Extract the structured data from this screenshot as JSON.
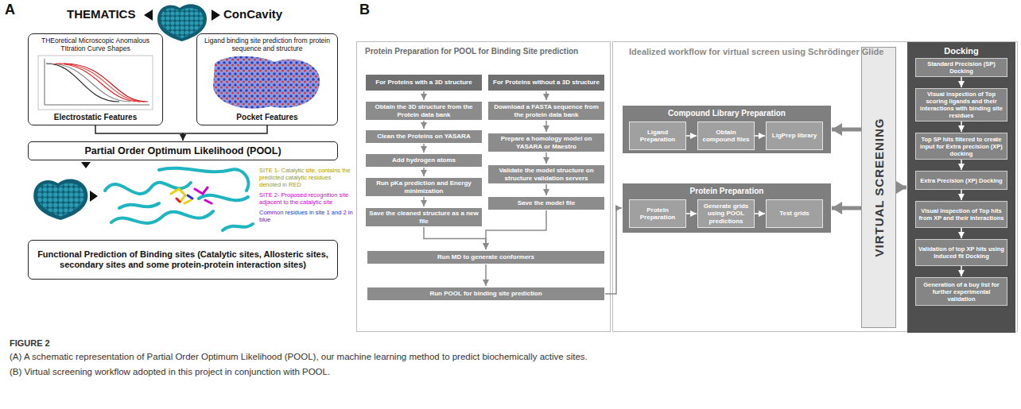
{
  "diagram": {
    "caption": "FIGURE 2",
    "nodes": [
      {
        "text": [
          "THEoretical Microscopic Anomalous TItration Curve Shapes",
          "Electrostatic Features"
        ]
      },
      {
        "text": [
          "Ligand binding site prediction from protein sequence and structure",
          "Pocket Features"
        ]
      },
      {
        "text": [
          "Partial Order Optimum Likelihood (POOL)"
        ]
      },
      {
        "text": [
          "Functional Prediction of Binding sites (Catalytic sites, Allosteric sites, secondary sites and some protein-protein interaction sites)"
        ]
      },
      {
        "text": [
          "Protein Preparation for POOL for Binding Site prediction"
        ]
      },
      {
        "text": [
          "For Proteins with a 3D structure"
        ],
        "in": 4
      },
      {
        "text": [
          "Obtain the 3D structure from the Protein data bank"
        ],
        "in": 4
      },
      {
        "text": [
          "Clean the Proteins on YASARA"
        ],
        "in": 4
      },
      {
        "text": [
          "Add hydrogen atoms"
        ],
        "in": 4
      },
      {
        "text": [
          "Run pKa prediction and Energy minimization"
        ],
        "in": 4
      },
      {
        "text": [
          "Save the cleaned structure as a new file"
        ],
        "in": 4
      },
      {
        "text": [
          "For Proteins without a 3D structure"
        ],
        "in": 4
      },
      {
        "text": [
          "Download a FASTA sequence from the protein data bank"
        ],
        "in": 4
      },
      {
        "text": [
          "Prepare a homology model on YASARA or Maestro"
        ],
        "in": 4
      },
      {
        "text": [
          "Validate the model structure on structure validation servers"
        ],
        "in": 4
      },
      {
        "text": [
          "Save the model file"
        ],
        "in": 4
      },
      {
        "text": [
          "Run MD to generate conformers"
        ],
        "in": 4
      },
      {
        "text": [
          "Run POOL for binding site prediction"
        ],
        "in": 4
      },
      {
        "text": [
          "Idealized workflow for virtual screen using Schrödinger Glide"
        ]
      },
      {
        "text": [
          "Compound Library Preparation"
        ],
        "in": 18
      },
      {
        "text": [
          "Ligand Preparation"
        ],
        "in": 19
      },
      {
        "text": [
          "Obtain compound files"
        ],
        "in": 19
      },
      {
        "text": [
          "LigPrep library"
        ],
        "in": 19
      },
      {
        "text": [
          "Protein Preparation"
        ],
        "in": 18
      },
      {
        "text": [
          "Protein Preparation"
        ],
        "in": 23
      },
      {
        "text": [
          "Generate grids using POOL predictions"
        ],
        "in": 23
      },
      {
        "text": [
          "Test grids"
        ],
        "in": 23
      },
      {
        "text": [
          "VIRTUAL SCREENING"
        ],
        "in": 18
      },
      {
        "text": [
          "Docking"
        ],
        "in": 18
      },
      {
        "text": [
          "Standard Precision (SP) Docking"
        ],
        "in": 28
      },
      {
        "text": [
          "Visual inspection of Top scoring ligands and their interactions with binding site residues"
        ],
        "in": 28
      },
      {
        "text": [
          "Top SP hits filtered to create input for Extra precision (XP) docking"
        ],
        "in": 28
      },
      {
        "text": [
          "Extra Precision (XP) Docking"
        ],
        "in": 28
      },
      {
        "text": [
          "Visual Inspection of Top hits from XP and their interactions"
        ],
        "in": 28
      },
      {
        "text": [
          "Validation of top XP hits using Induced fit Docking"
        ],
        "in": 28
      },
      {
        "text": [
          "Generation of a buy list for further experimental validation"
        ],
        "in": 28
      }
    ],
    "edges": [
      {
        "from": 0,
        "to": 2,
        "arrow": "to"
      },
      {
        "from": 1,
        "to": 2,
        "arrow": "to"
      },
      {
        "from": 5,
        "to": 6,
        "arrow": "to"
      },
      {
        "from": 6,
        "to": 7,
        "arrow": "to"
      },
      {
        "from": 7,
        "to": 8,
        "arrow": "to"
      },
      {
        "from": 8,
        "to": 9,
        "arrow": "to"
      },
      {
        "from": 9,
        "to": 10,
        "arrow": "to"
      },
      {
        "from": 11,
        "to": 12,
        "arrow": "to"
      },
      {
        "from": 12,
        "to": 13,
        "arrow": "to"
      },
      {
        "from": 13,
        "to": 14,
        "arrow": "to"
      },
      {
        "from": 14,
        "to": 15,
        "arrow": "to"
      },
      {
        "from": 10,
        "to": 16,
        "arrow": "to"
      },
      {
        "from": 15,
        "to": 16,
        "arrow": "to"
      },
      {
        "from": 16,
        "to": 17,
        "arrow": "to"
      },
      {
        "from": 17,
        "to": 23,
        "arrow": "to"
      },
      {
        "from": 20,
        "to": 21,
        "arrow": "to"
      },
      {
        "from": 21,
        "to": 22,
        "arrow": "to"
      },
      {
        "from": 24,
        "to": 25,
        "arrow": "to"
      },
      {
        "from": 25,
        "to": 26,
        "arrow": "to"
      },
      {
        "from": 27,
        "to": 19,
        "arrow": "to"
      },
      {
        "from": 27,
        "to": 23,
        "arrow": "to"
      },
      {
        "from": 27,
        "to": 28,
        "arrow": "to"
      },
      {
        "from": 29,
        "to": 30,
        "arrow": "to"
      },
      {
        "from": 30,
        "to": 31,
        "arrow": "to"
      },
      {
        "from": 31,
        "to": 32,
        "arrow": "to"
      },
      {
        "from": 32,
        "to": 33,
        "arrow": "to"
      },
      {
        "from": 33,
        "to": 34,
        "arrow": "to"
      },
      {
        "from": 34,
        "to": 35,
        "arrow": "to"
      }
    ],
    "labels": [
      "A",
      "B",
      "THEMATICS",
      "ConCavity",
      "SITE 1- Catalytic site, contains the predicted catalytic residues denoted in RED",
      "SITE 2- Proposed recognition site adjacent to the catalytic site",
      "Common residues in site 1 and 2 in blue",
      "(A) A schematic representation of Partial Order Optimum Likelihood (POOL), our machine learning method to predict biochemically active sites.",
      "(B) Virtual screening workflow adopted in this project in conjunction with POOL."
    ]
  }
}
